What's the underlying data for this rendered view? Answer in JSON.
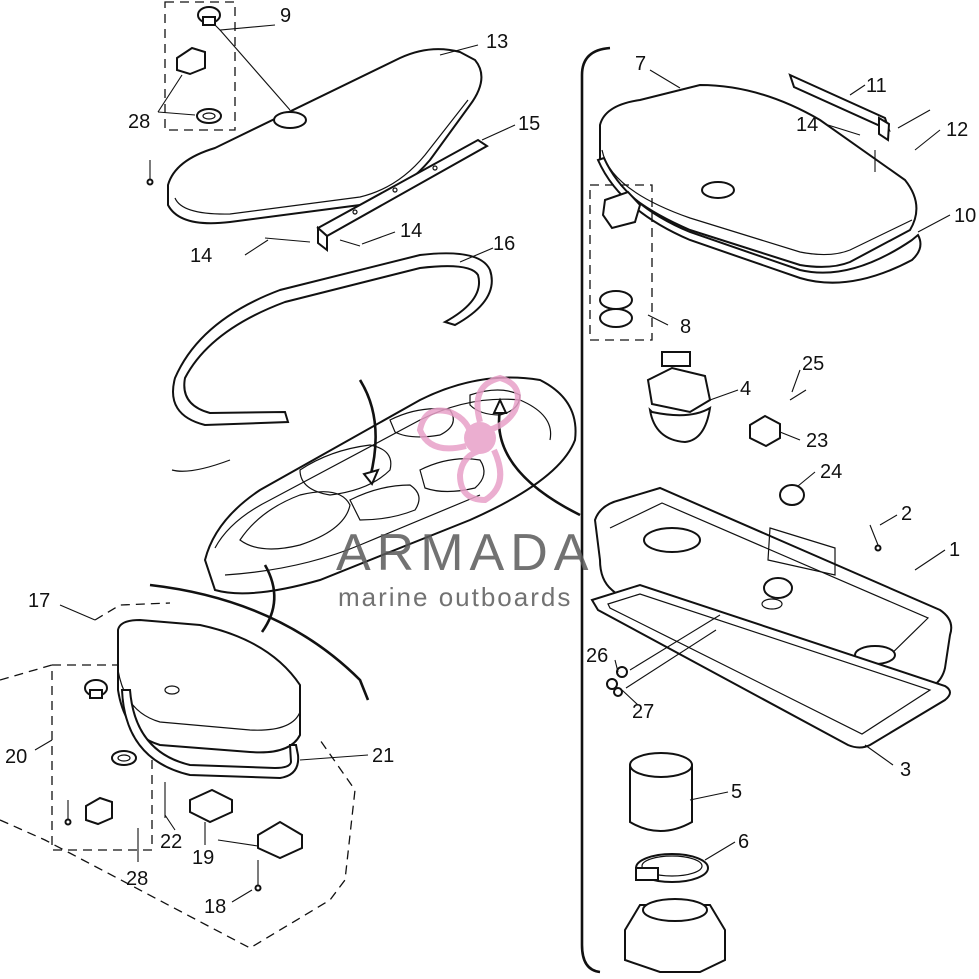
{
  "callouts": {
    "c1": "1",
    "c2": "2",
    "c3": "3",
    "c4": "4",
    "c5": "5",
    "c6": "6",
    "c7": "7",
    "c8": "8",
    "c9": "9",
    "c10": "10",
    "c11": "11",
    "c12": "12",
    "c13": "13",
    "c14a": "14",
    "c14b": "14",
    "c14c": "14",
    "c15": "15",
    "c16": "16",
    "c17": "17",
    "c18": "18",
    "c19": "19",
    "c20": "20",
    "c21": "21",
    "c22": "22",
    "c23": "23",
    "c24": "24",
    "c25": "25",
    "c26": "26",
    "c27": "27",
    "c28a": "28",
    "c28b": "28"
  },
  "watermark": {
    "brand": "ARMADA",
    "tagline": "marine outboards",
    "color": "#e8a0c8"
  }
}
